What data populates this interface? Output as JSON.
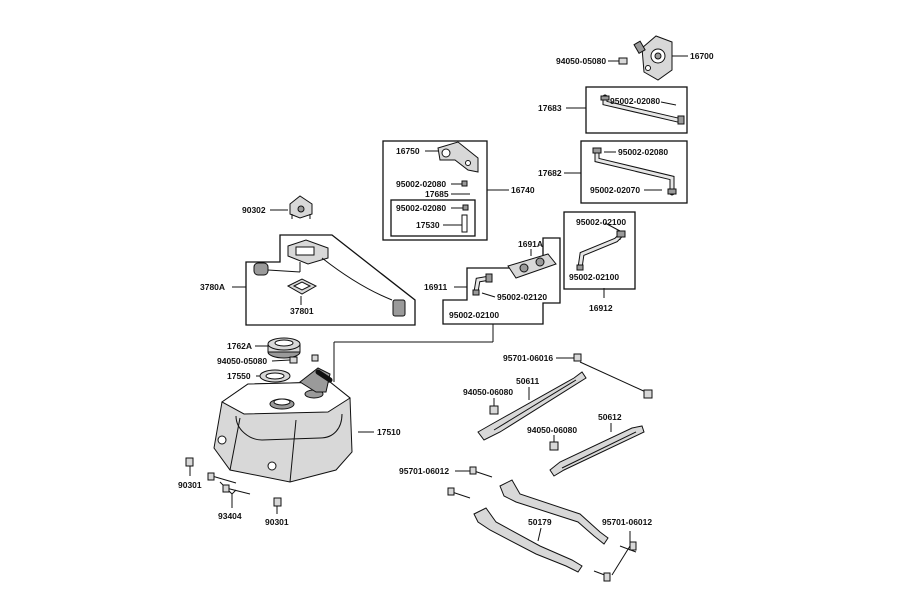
{
  "labels": {
    "p94050_05080_top": "94050-05080",
    "p16700": "16700",
    "p17683": "17683",
    "p95002_02080_a": "95002-02080",
    "p17682": "17682",
    "p95002_02080_b": "95002-02080",
    "p95002_02070": "95002-02070",
    "p16750": "16750",
    "p95002_02080_c": "95002-02080",
    "p17685": "17685",
    "p16740": "16740",
    "p95002_02080_d": "95002-02080",
    "p17530": "17530",
    "p90302": "90302",
    "p95002_02100_a": "95002-02100",
    "p1691A": "1691A",
    "p95002_02100_b": "95002-02100",
    "p16911": "16911",
    "p95002_02120": "95002-02120",
    "p95002_02100_c": "95002-02100",
    "p16912": "16912",
    "p3780A": "3780A",
    "p37801": "37801",
    "p1762A": "1762A",
    "p94050_05080_mid": "94050-05080",
    "p17550": "17550",
    "p17510": "17510",
    "p95701_06016": "95701-06016",
    "p50611": "50611",
    "p94050_06080_a": "94050-06080",
    "p50612": "50612",
    "p94050_06080_b": "94050-06080",
    "p95701_06012_a": "95701-06012",
    "p90301_a": "90301",
    "p93404": "93404",
    "p90301_b": "90301",
    "p50179": "50179",
    "p95701_06012_b": "95701-06012"
  }
}
